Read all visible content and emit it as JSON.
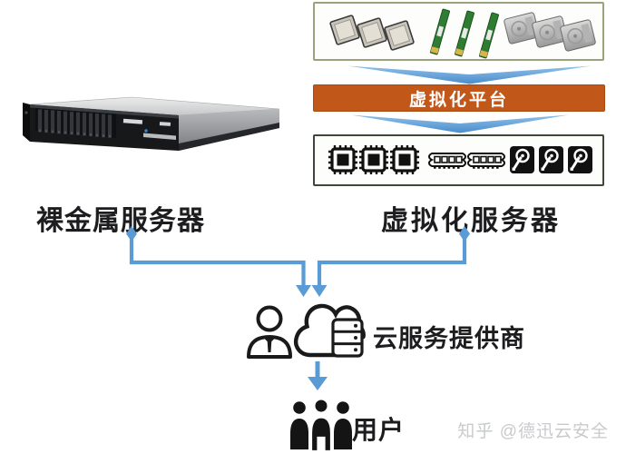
{
  "labels": {
    "bare_metal": "裸金属服务器",
    "virtualized": "虚拟化服务器",
    "virtualization_platform": "虚拟化平台",
    "cloud_provider": "云服务提供商",
    "users": "用户"
  },
  "watermark": "知乎 @德迅云安全",
  "hardware_counts": {
    "physical_box": {
      "cpu_photos": 3,
      "ram_module_photos": 3,
      "hard_drive_photos": 3
    },
    "virtual_box": {
      "vcpu_chip_icons": 3,
      "vram_module_icons": 2,
      "vdisk_icons": 3
    }
  },
  "icons": {
    "physical_box": [
      "cpu-photo-icon",
      "ram-module-photo-icon",
      "hard-drive-photo-icon"
    ],
    "virtual_box": [
      "vcpu-chip-icon",
      "vram-module-icon",
      "vdisk-icon"
    ],
    "provider_row": [
      "admin-person-icon",
      "cloud-server-icon"
    ],
    "users_row": [
      "users-group-icon"
    ],
    "connectors": [
      "diamond-start-marker",
      "down-arrowhead",
      "wide-chevron-arrow"
    ]
  },
  "colors": {
    "accent_blue": "#5b9bd5",
    "platform_orange": "#c2571a",
    "physical_box_border": "#9aa27c",
    "virtual_box_border": "#3f4838",
    "text": "#1d1d1f",
    "watermark": "#c8cacc"
  }
}
